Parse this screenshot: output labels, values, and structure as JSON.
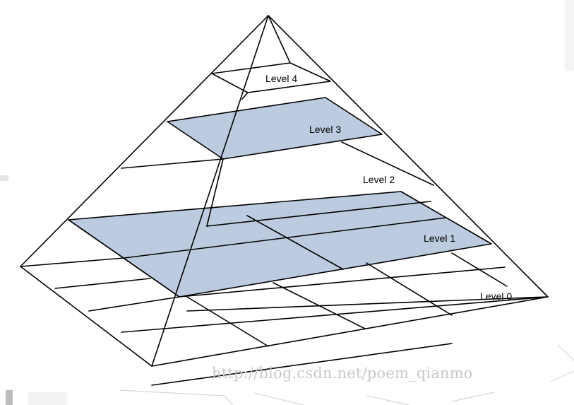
{
  "levels": [
    {
      "label": "Level 4"
    },
    {
      "label": "Level 3"
    },
    {
      "label": "Level 2"
    },
    {
      "label": "Level 1"
    },
    {
      "label": "Level 0"
    }
  ],
  "watermark": "http://blog.csdn.net/poem_qianmo",
  "colors": {
    "highlight": "#bccbe0",
    "lines": "#000000",
    "watermark": "#c8c8c8"
  }
}
